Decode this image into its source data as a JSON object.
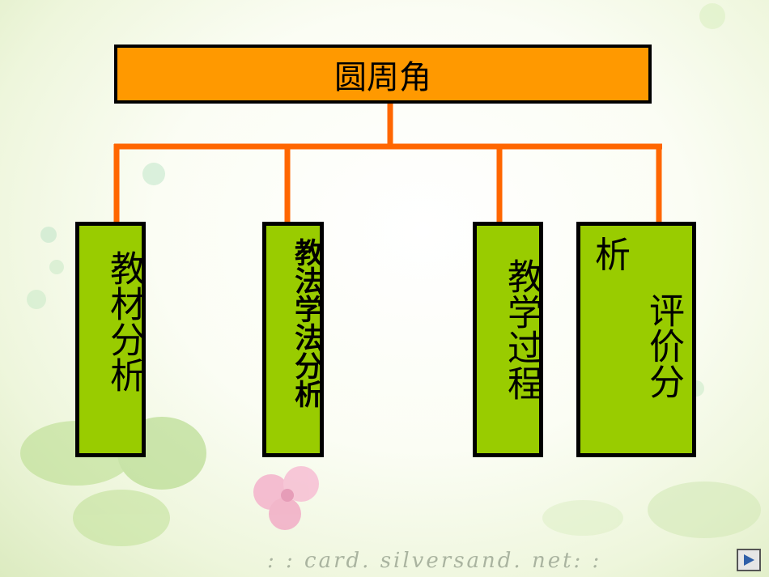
{
  "title": "圆周角",
  "nodes": [
    {
      "text": "教材分析"
    },
    {
      "text": "教法学法分析"
    },
    {
      "text": "教学过程"
    },
    {
      "text_top": "析",
      "text_main": "评价分"
    }
  ],
  "watermark": ": : card. silversand. net: :",
  "colors": {
    "title_fill": "#ff9900",
    "node_fill": "#99cc00",
    "connector": "#ff6600",
    "border": "#000000"
  },
  "icons": {
    "next": "play-next-icon"
  }
}
